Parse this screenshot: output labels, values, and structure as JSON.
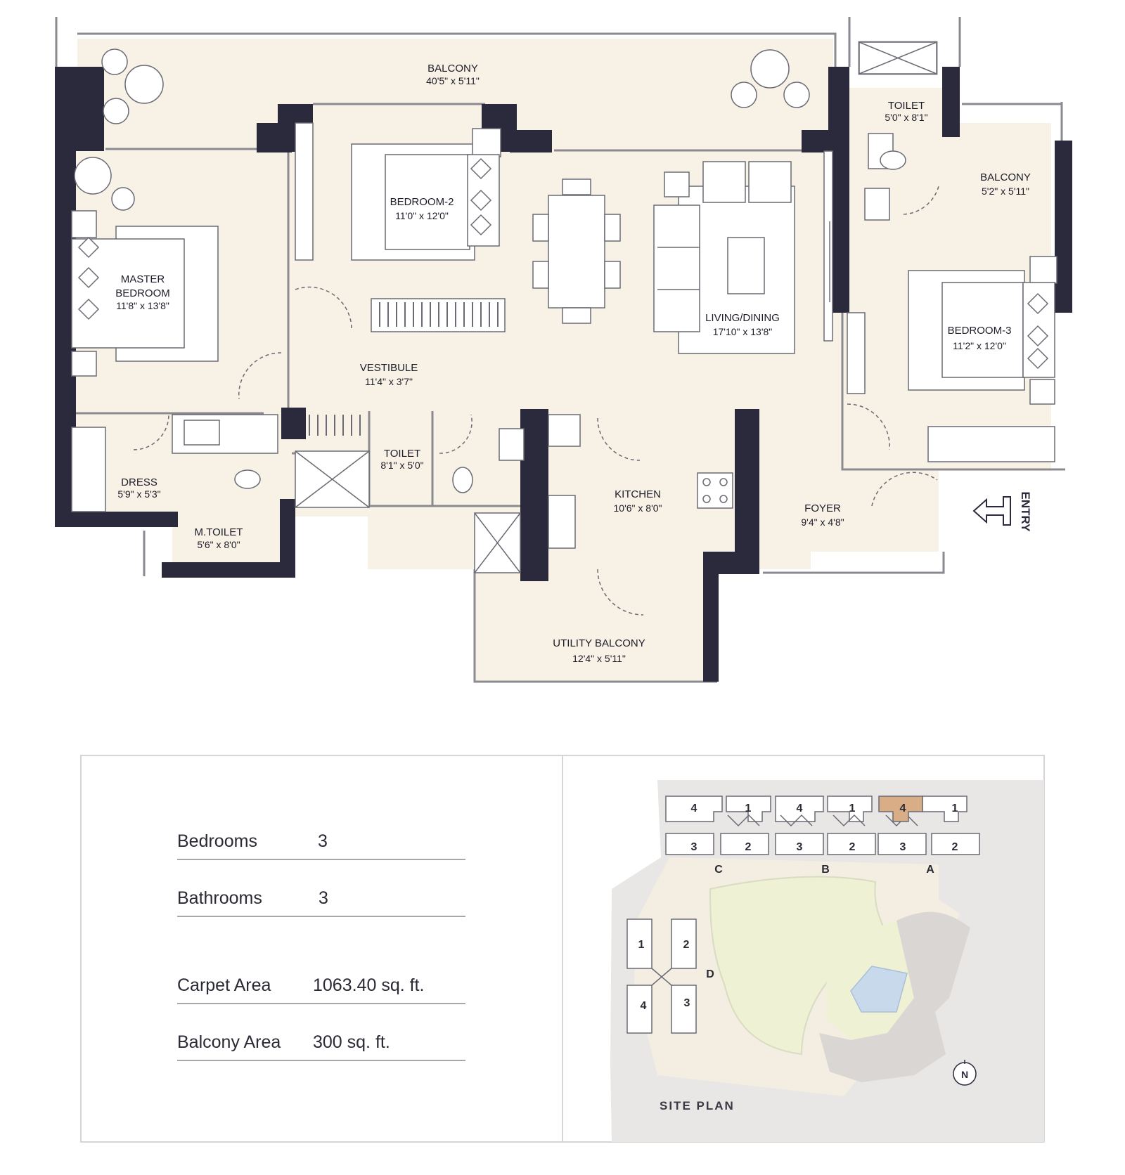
{
  "floor_plan": {
    "rooms": {
      "balcony_main": {
        "name": "BALCONY",
        "dim": "40'5\" x 5'11\""
      },
      "toilet_3": {
        "name": "TOILET",
        "dim": "5'0\" x 8'1\""
      },
      "balcony_small": {
        "name": "BALCONY",
        "dim": "5'2\" x 5'11\""
      },
      "bedroom_2": {
        "name": "BEDROOM-2",
        "dim": "11'0\" x 12'0\""
      },
      "master": {
        "name_line1": "MASTER",
        "name_line2": "BEDROOM",
        "dim": "11'8\" x 13'8\""
      },
      "living": {
        "name": "LIVING/DINING",
        "dim": "17'10\" x 13'8\""
      },
      "bedroom_3": {
        "name": "BEDROOM-3",
        "dim": "11'2\" x 12'0\""
      },
      "vestibule": {
        "name": "VESTIBULE",
        "dim": "11'4\" x 3'7\""
      },
      "toilet_2": {
        "name": "TOILET",
        "dim": "8'1\" x 5'0\""
      },
      "dress": {
        "name": "DRESS",
        "dim": "5'9\" x 5'3\""
      },
      "m_toilet": {
        "name": "M.TOILET",
        "dim": "5'6\" x 8'0\""
      },
      "kitchen": {
        "name": "KITCHEN",
        "dim": "10'6\" x 8'0\""
      },
      "foyer": {
        "name": "FOYER",
        "dim": "9'4\" x 4'8\""
      },
      "utility": {
        "name": "UTILITY BALCONY",
        "dim": "12'4\" x 5'11\""
      }
    },
    "entry_label": "ENTRY"
  },
  "specs": [
    {
      "label": "Bedrooms",
      "value": "3"
    },
    {
      "label": "Bathrooms",
      "value": "3"
    },
    {
      "label": "Carpet Area",
      "value": "1063.40 sq. ft."
    },
    {
      "label": "Balcony Area",
      "value": "300 sq. ft."
    }
  ],
  "site_plan": {
    "title": "SITE PLAN",
    "top_row_units": [
      "4",
      "1",
      "4",
      "1",
      "4",
      "1"
    ],
    "bottom_row_units": [
      "3",
      "2",
      "3",
      "2",
      "3",
      "2"
    ],
    "tower_labels": [
      "C",
      "B",
      "A"
    ],
    "tower_d": {
      "label": "D",
      "units": [
        "1",
        "2",
        "4",
        "3"
      ]
    },
    "north": "N",
    "colors": {
      "highlight": "#d9ae86",
      "lawn": "#eef1d3",
      "pool": "#c9d9ec",
      "path": "#f3ede2",
      "building": "#d9d6d4"
    }
  }
}
